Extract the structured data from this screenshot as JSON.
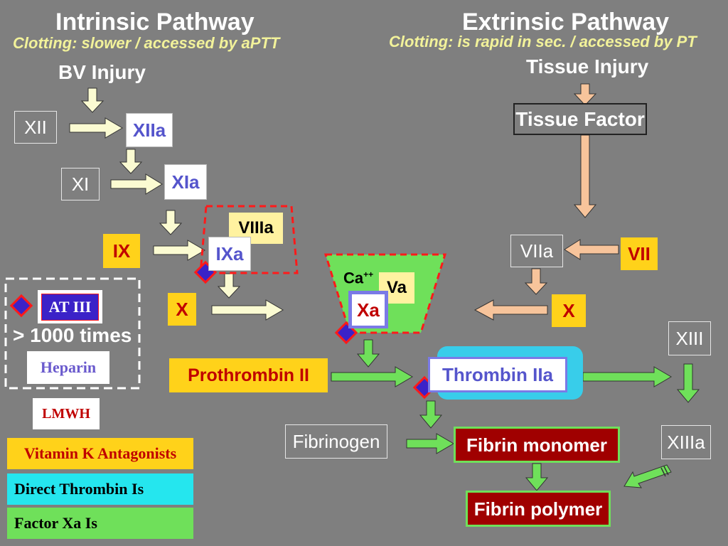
{
  "intrinsic": {
    "title": "Intrinsic Pathway",
    "subtitle": "Clotting: slower / accessed by aPTT",
    "trigger": "BV  Injury"
  },
  "extrinsic": {
    "title": "Extrinsic Pathway",
    "subtitle": "Clotting: is rapid in sec. / accessed by PT",
    "trigger": "Tissue Injury",
    "tissue_factor": "Tissue Factor"
  },
  "factors": {
    "xii": "XII",
    "xiia": "XIIa",
    "xi": "XI",
    "xia": "XIa",
    "ix": "IX",
    "ixa": "IXa",
    "viiia": "VIIIa",
    "x_intrinsic": "X",
    "ca": "Ca",
    "ca_sup": "++",
    "va": "Va",
    "xa": "Xa",
    "viia": "VIIa",
    "vii": "VII",
    "x_extrinsic": "X",
    "xiii": "XIII",
    "xiiia": "XIIIa"
  },
  "common": {
    "prothrombin": "Prothrombin II",
    "thrombin": "Thrombin IIa",
    "fibrinogen": "Fibrinogen",
    "fibrin_monomer": "Fibrin  monomer",
    "fibrin_polymer": "Fibrin polymer"
  },
  "inhibitors": {
    "at3": "AT III",
    "times": "> 1000 times",
    "heparin": "Heparin",
    "lmwh": "LMWH"
  },
  "legend": {
    "vitamin_k": "Vitamin K Antagonists",
    "direct_thrombin": "Direct Thrombin Is",
    "factor_xa": "Factor Xa Is"
  },
  "colors": {
    "background": "#7f7f7f",
    "arrow_pale": "#fbfbd2",
    "arrow_peach": "#f7c49b",
    "arrow_green": "#6fe05a",
    "inhibitor_diamond": "#3b22c8",
    "thrombin_panel": "#38cdea",
    "legend_yellow": "#ffd21a",
    "legend_cyan": "#25e6ee",
    "legend_green": "#6fe05a"
  }
}
